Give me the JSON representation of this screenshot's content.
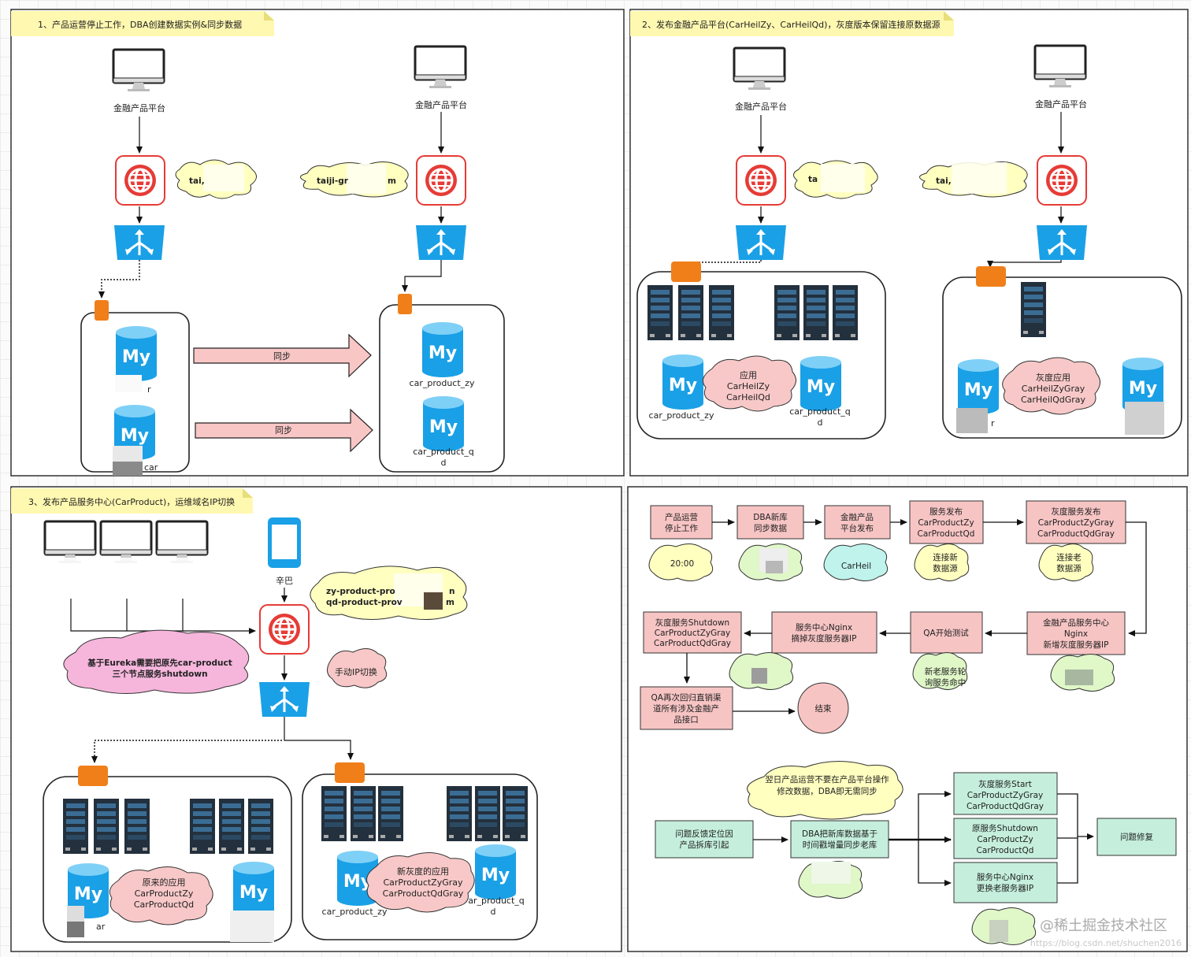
{
  "panel1": {
    "title": "1、产品运营停止工作，DBA创建数据实例&同步数据",
    "platform_left": "金融产品平台",
    "platform_right": "金融产品平台",
    "cloud_left": "tai,",
    "cloud_right": "taiji-gr",
    "cloud_right_tail": "m",
    "sync_1": "同步",
    "sync_2": "同步",
    "db_left_top": "r",
    "db_left_bottom": "car",
    "db_zy": "car_product_zy",
    "db_qd_1": "car_product_q",
    "db_qd_2": "d"
  },
  "panel2": {
    "title": "2、发布金融产品平台(CarHeilZy、CarHeilQd)，灰度版本保留连接原数据源",
    "platform_left": "金融产品平台",
    "platform_right": "金融产品平台",
    "cloud_left": "ta",
    "cloud_right": "tai,",
    "app_cloud": [
      "应用",
      "CarHeilZy",
      "CarHeilQd"
    ],
    "db_zy": "car_product_zy",
    "db_qd_1": "car_product_q",
    "db_qd_2": "d",
    "gray_cloud": [
      "灰度应用",
      "CarHeilZyGray",
      "CarHeilQdGray"
    ],
    "db_right_label": "r"
  },
  "panel3": {
    "title": "3、发布产品服务中心(CarProduct)，运维域名IP切换",
    "phone_label": "辛巴",
    "yellow_cloud": [
      "zy-product-pro",
      "qd-product-prov"
    ],
    "yellow_cloud_tail": [
      "n",
      "m"
    ],
    "pink_cloud": [
      "基于Eureka需要把原先car-product",
      "三个节点服务shutdown"
    ],
    "manual_cloud": "手动IP切换",
    "old_app_cloud": [
      "原来的应用",
      "CarProductZy",
      "CarProductQd"
    ],
    "new_app_cloud": [
      "新灰度的应用",
      "CarProductZyGray",
      "CarProductQdGray"
    ],
    "db_left_label": "ar",
    "db_zy": "car_product_zy",
    "db_qd_1": "ar_product_q",
    "db_qd_2": "d"
  },
  "panel4": {
    "steps": [
      [
        "产品运营",
        "停止工作"
      ],
      [
        "DBA新库",
        "同步数据"
      ],
      [
        "金融产品",
        "平台发布"
      ],
      [
        "服务发布",
        "CarProductZy",
        "CarProductQd"
      ],
      [
        "灰度服务发布",
        "CarProductZyGray",
        "CarProductQdGray"
      ],
      [
        "金融产品服务中心",
        "Nginx",
        "新增灰度服务器IP"
      ],
      [
        "QA开始测试"
      ],
      [
        "服务中心Nginx",
        "摘掉灰度服务器IP"
      ],
      [
        "灰度服务Shutdown",
        "CarProductZyGray",
        "CarProductQdGray"
      ],
      [
        "QA再次回归直销渠",
        "道所有涉及金融产",
        "品接口"
      ]
    ],
    "end_label": "结束",
    "time_cloud": "20:00",
    "carheil_cloud": "CarHeil",
    "connect_new": [
      "连接新",
      "数据源"
    ],
    "connect_old": [
      "连接老",
      "数据源"
    ],
    "poll_cloud": [
      "新老服务轮",
      "询服务命中"
    ],
    "note_cloud": [
      "翌日产品运营不要在产品平台操作",
      "修改数据，DBA即无需同步"
    ],
    "fallback": {
      "start": [
        "问题反馈定位因",
        "产品拆库引起"
      ],
      "dba": [
        "DBA把新库数据基于",
        "时间戳增量同步老库"
      ],
      "gray_start": [
        "灰度服务Start",
        "CarProductZyGray",
        "CarProductQdGray"
      ],
      "orig_shutdown": [
        "原服务Shutdown",
        "CarProductZy",
        "CarProductQd"
      ],
      "nginx_switch": [
        "服务中心Nginx",
        "更换老服务器IP"
      ],
      "fix": "问题修复"
    }
  },
  "watermark": "@稀土掘金技术社区",
  "watermark_url": "https://blog.csdn.net/shuchen2016",
  "colors": {
    "pink_box": "#f7c4c4",
    "green_box": "#c5efdc",
    "yellow_cloud": "#ffffc0",
    "pink_cloud": "#f8c8c8",
    "light_green_cloud": "#e0f7c8",
    "magenta_cloud": "#f6b6dc",
    "cyan_cloud": "#bff3ec",
    "orange": "#f07f1a",
    "blue": "#1aa0e6",
    "red": "#e63b36"
  }
}
